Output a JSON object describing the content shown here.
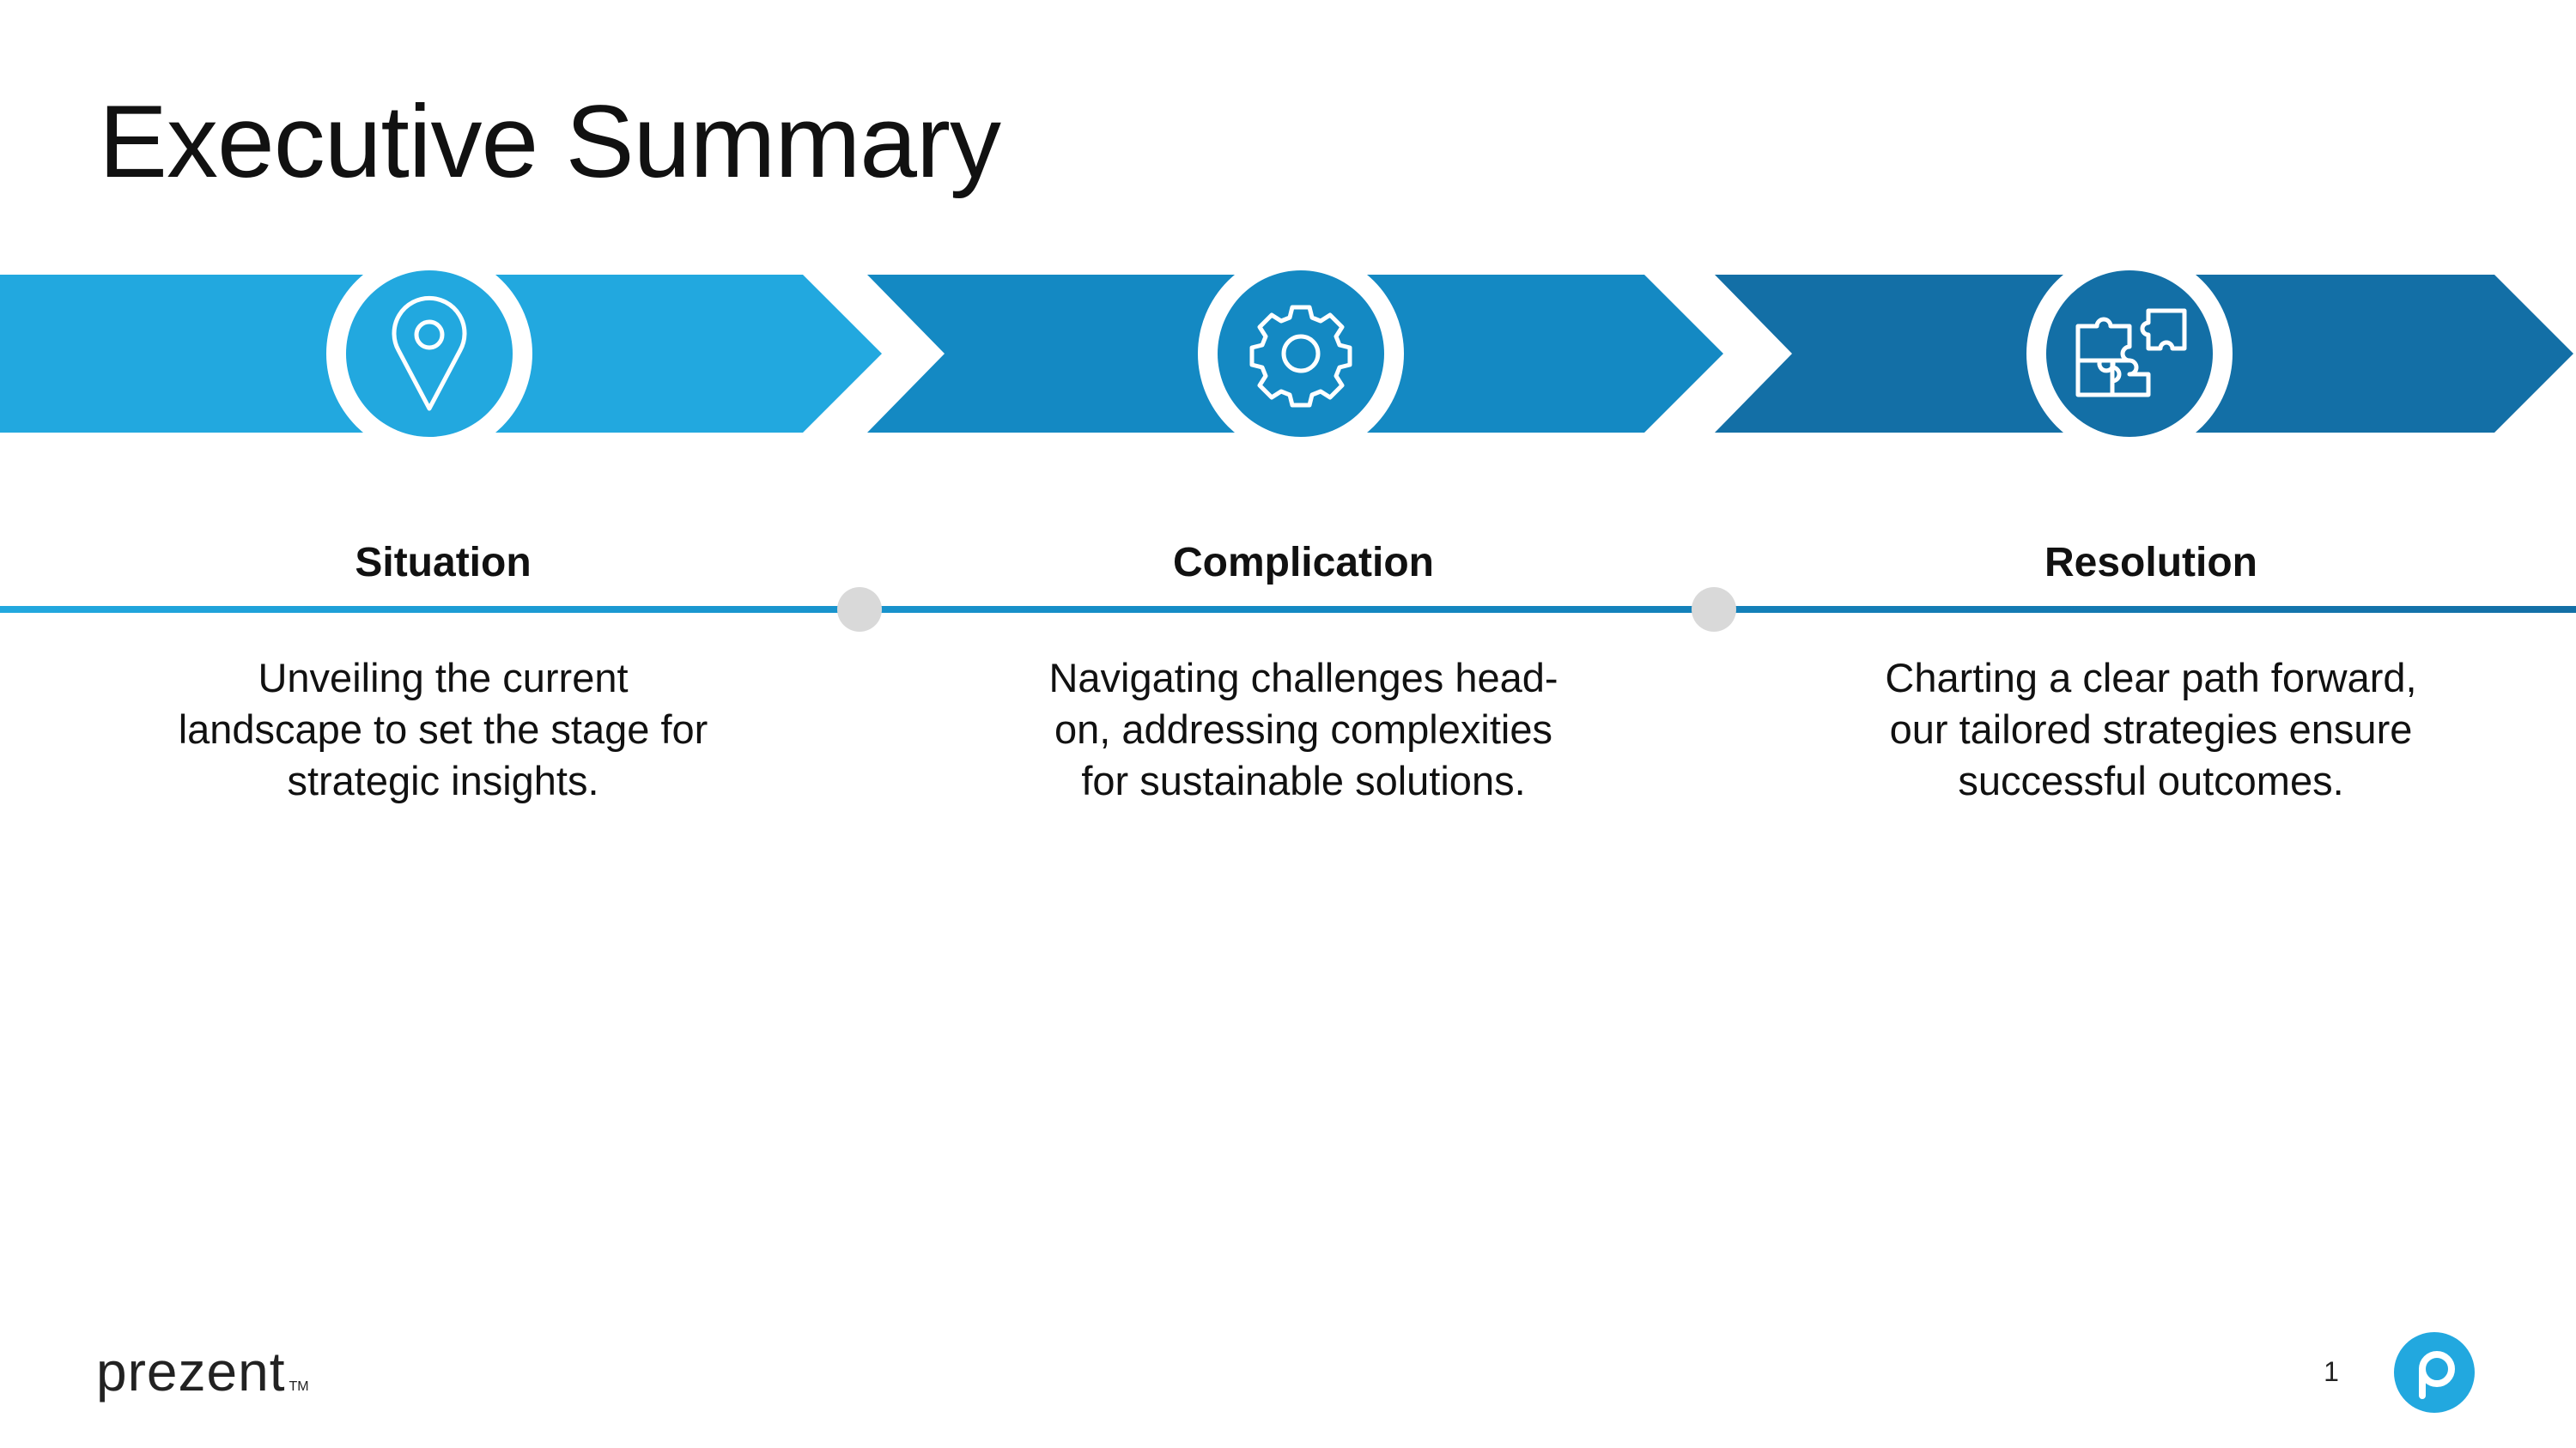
{
  "slide": {
    "title": "Executive Summary",
    "page_number": "1"
  },
  "colors": {
    "stage_1": "#22a8df",
    "stage_2": "#1489c3",
    "stage_3": "#136fa6",
    "connector_dot": "#d9d9d9",
    "brand": "#22a8df"
  },
  "stages": [
    {
      "icon": "location-pin-icon",
      "heading": "Situation",
      "description": "Unveiling the current landscape to set the stage for strategic insights."
    },
    {
      "icon": "gear-icon",
      "heading": "Complication",
      "description": "Navigating challenges head-on, addressing complexities for sustainable solutions."
    },
    {
      "icon": "puzzle-icon",
      "heading": "Resolution",
      "description": "Charting a clear path forward, our tailored strategies ensure successful outcomes."
    }
  ],
  "footer": {
    "logo_text": "prezent",
    "trademark": "TM",
    "brand_icon": "prezent-p-icon"
  }
}
